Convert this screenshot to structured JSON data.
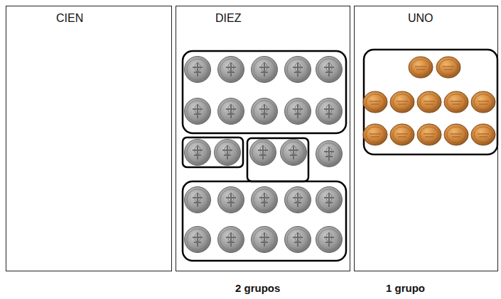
{
  "diagram": {
    "nodes": [
      {
        "text": [
          "CIEN"
        ]
      },
      {
        "text": [
          "DIEZ"
        ]
      },
      {
        "text": [
          "UNO"
        ]
      }
    ],
    "labels": [
      "2 grupos",
      "1 grupo"
    ]
  }
}
